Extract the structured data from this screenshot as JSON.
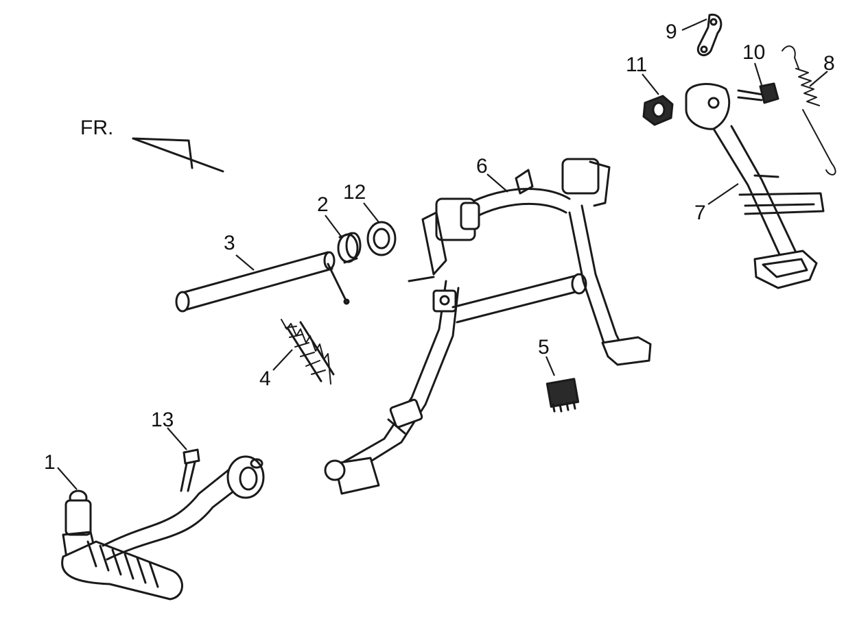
{
  "orientation": {
    "label": "FR."
  },
  "callouts": [
    {
      "id": "1",
      "label": "1"
    },
    {
      "id": "2",
      "label": "2"
    },
    {
      "id": "3",
      "label": "3"
    },
    {
      "id": "4",
      "label": "4"
    },
    {
      "id": "5",
      "label": "5"
    },
    {
      "id": "6",
      "label": "6"
    },
    {
      "id": "7",
      "label": "7"
    },
    {
      "id": "8",
      "label": "8"
    },
    {
      "id": "9",
      "label": "9"
    },
    {
      "id": "10",
      "label": "10"
    },
    {
      "id": "11",
      "label": "11"
    },
    {
      "id": "12",
      "label": "12"
    },
    {
      "id": "13",
      "label": "13"
    }
  ]
}
